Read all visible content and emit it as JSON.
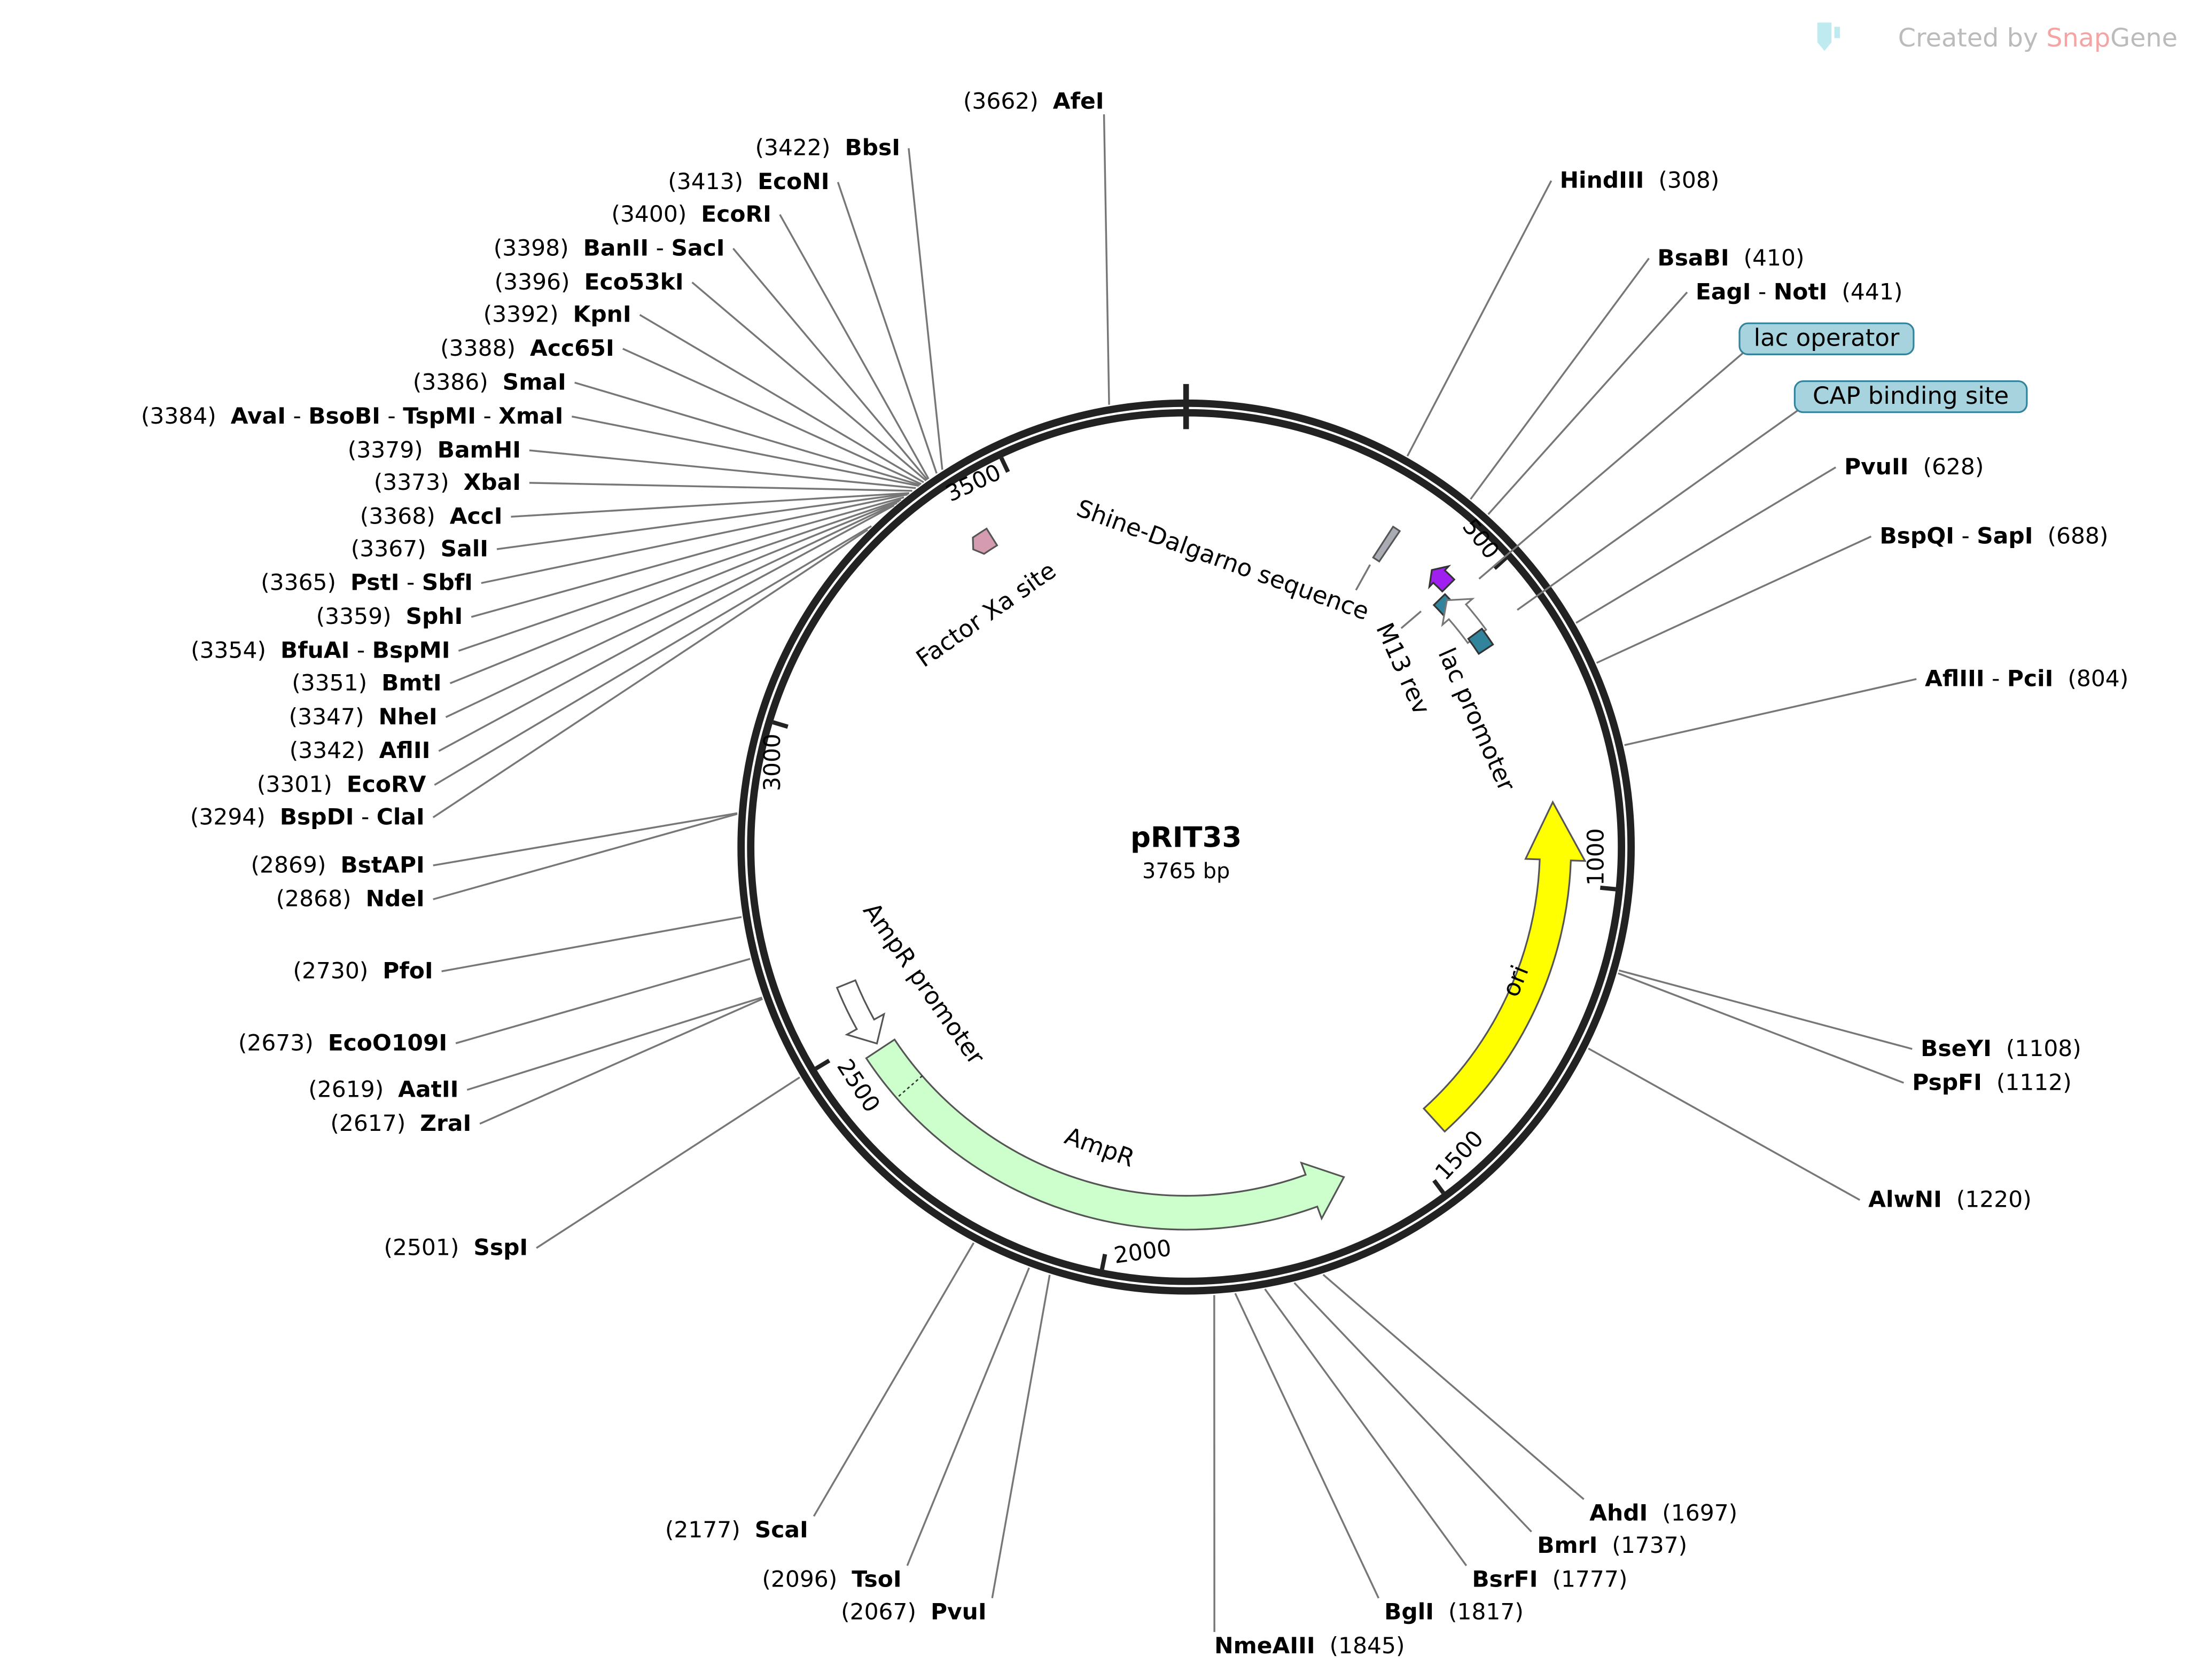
{
  "plasmid": {
    "name": "pRIT33",
    "length_label": "3765 bp",
    "length": 3765
  },
  "watermark": {
    "prefix": "Created by ",
    "brand_a": "Snap",
    "brand_b": "Gene",
    "brand_color": "#f5a3a3",
    "text_color": "#bbbbbb",
    "icon": "tube-icon"
  },
  "ticks": [
    "500",
    "1000",
    "1500",
    "2000",
    "2500",
    "3000",
    "3500"
  ],
  "sites": [
    {
      "name": "AfeI",
      "pos": 3662
    },
    {
      "name": "BbsI",
      "pos": 3422
    },
    {
      "name": "EcoNI",
      "pos": 3413
    },
    {
      "name": "EcoRI",
      "pos": 3400
    },
    {
      "name": "BanII - SacI",
      "pos": 3398
    },
    {
      "name": "Eco53kI",
      "pos": 3396
    },
    {
      "name": "KpnI",
      "pos": 3392
    },
    {
      "name": "Acc65I",
      "pos": 3388
    },
    {
      "name": "SmaI",
      "pos": 3386
    },
    {
      "name": "AvaI - BsoBI - TspMI - XmaI",
      "pos": 3384
    },
    {
      "name": "BamHI",
      "pos": 3379
    },
    {
      "name": "XbaI",
      "pos": 3373
    },
    {
      "name": "AccI",
      "pos": 3368
    },
    {
      "name": "SalI",
      "pos": 3367
    },
    {
      "name": "PstI - SbfI",
      "pos": 3365
    },
    {
      "name": "SphI",
      "pos": 3359
    },
    {
      "name": "BfuAI - BspMI",
      "pos": 3354
    },
    {
      "name": "BmtI",
      "pos": 3351
    },
    {
      "name": "NheI",
      "pos": 3347
    },
    {
      "name": "AflII",
      "pos": 3342
    },
    {
      "name": "EcoRV",
      "pos": 3301
    },
    {
      "name": "BspDI - ClaI",
      "pos": 3294
    },
    {
      "name": "BstAPI",
      "pos": 2869
    },
    {
      "name": "NdeI",
      "pos": 2868
    },
    {
      "name": "PfoI",
      "pos": 2730
    },
    {
      "name": "EcoO109I",
      "pos": 2673
    },
    {
      "name": "AatII",
      "pos": 2619
    },
    {
      "name": "ZraI",
      "pos": 2617
    },
    {
      "name": "SspI",
      "pos": 2501
    },
    {
      "name": "ScaI",
      "pos": 2177
    },
    {
      "name": "TsoI",
      "pos": 2096
    },
    {
      "name": "PvuI",
      "pos": 2067
    },
    {
      "name": "NmeAIII",
      "pos": 1845
    },
    {
      "name": "BglI",
      "pos": 1817
    },
    {
      "name": "BsrFI",
      "pos": 1777
    },
    {
      "name": "BmrI",
      "pos": 1737
    },
    {
      "name": "AhdI",
      "pos": 1697
    },
    {
      "name": "AlwNI",
      "pos": 1220
    },
    {
      "name": "PspFI",
      "pos": 1112
    },
    {
      "name": "BseYI",
      "pos": 1108
    },
    {
      "name": "AflIII - PciI",
      "pos": 804
    },
    {
      "name": "BspQI - SapI",
      "pos": 688
    },
    {
      "name": "PvuII",
      "pos": 628
    },
    {
      "name": "EagI - NotI",
      "pos": 441
    },
    {
      "name": "BsaBI",
      "pos": 410
    },
    {
      "name": "HindIII",
      "pos": 308
    }
  ],
  "features": {
    "ori": {
      "label": "ori",
      "color": "#ffff00"
    },
    "ampr": {
      "label": "AmpR",
      "color": "#ccffcc"
    },
    "ampr_promoter": {
      "label": "AmpR promoter",
      "color": "#ffffff"
    },
    "factor_xa": {
      "label": "Factor Xa site",
      "color": "#d59bb0"
    },
    "shine_dalgarno": {
      "label": "Shine-Dalgarno sequence",
      "color": "#a9adb3"
    },
    "lac_promoter": {
      "label": "lac promoter",
      "color": "#ffffff"
    },
    "m13_rev": {
      "label": "M13 rev",
      "color": "#a020f0"
    },
    "lac_operator": {
      "label": "lac operator",
      "color": "#31849b"
    },
    "cap_site": {
      "label": "CAP binding site",
      "color": "#31849b"
    },
    "callout_fill": "#a7d3de"
  }
}
